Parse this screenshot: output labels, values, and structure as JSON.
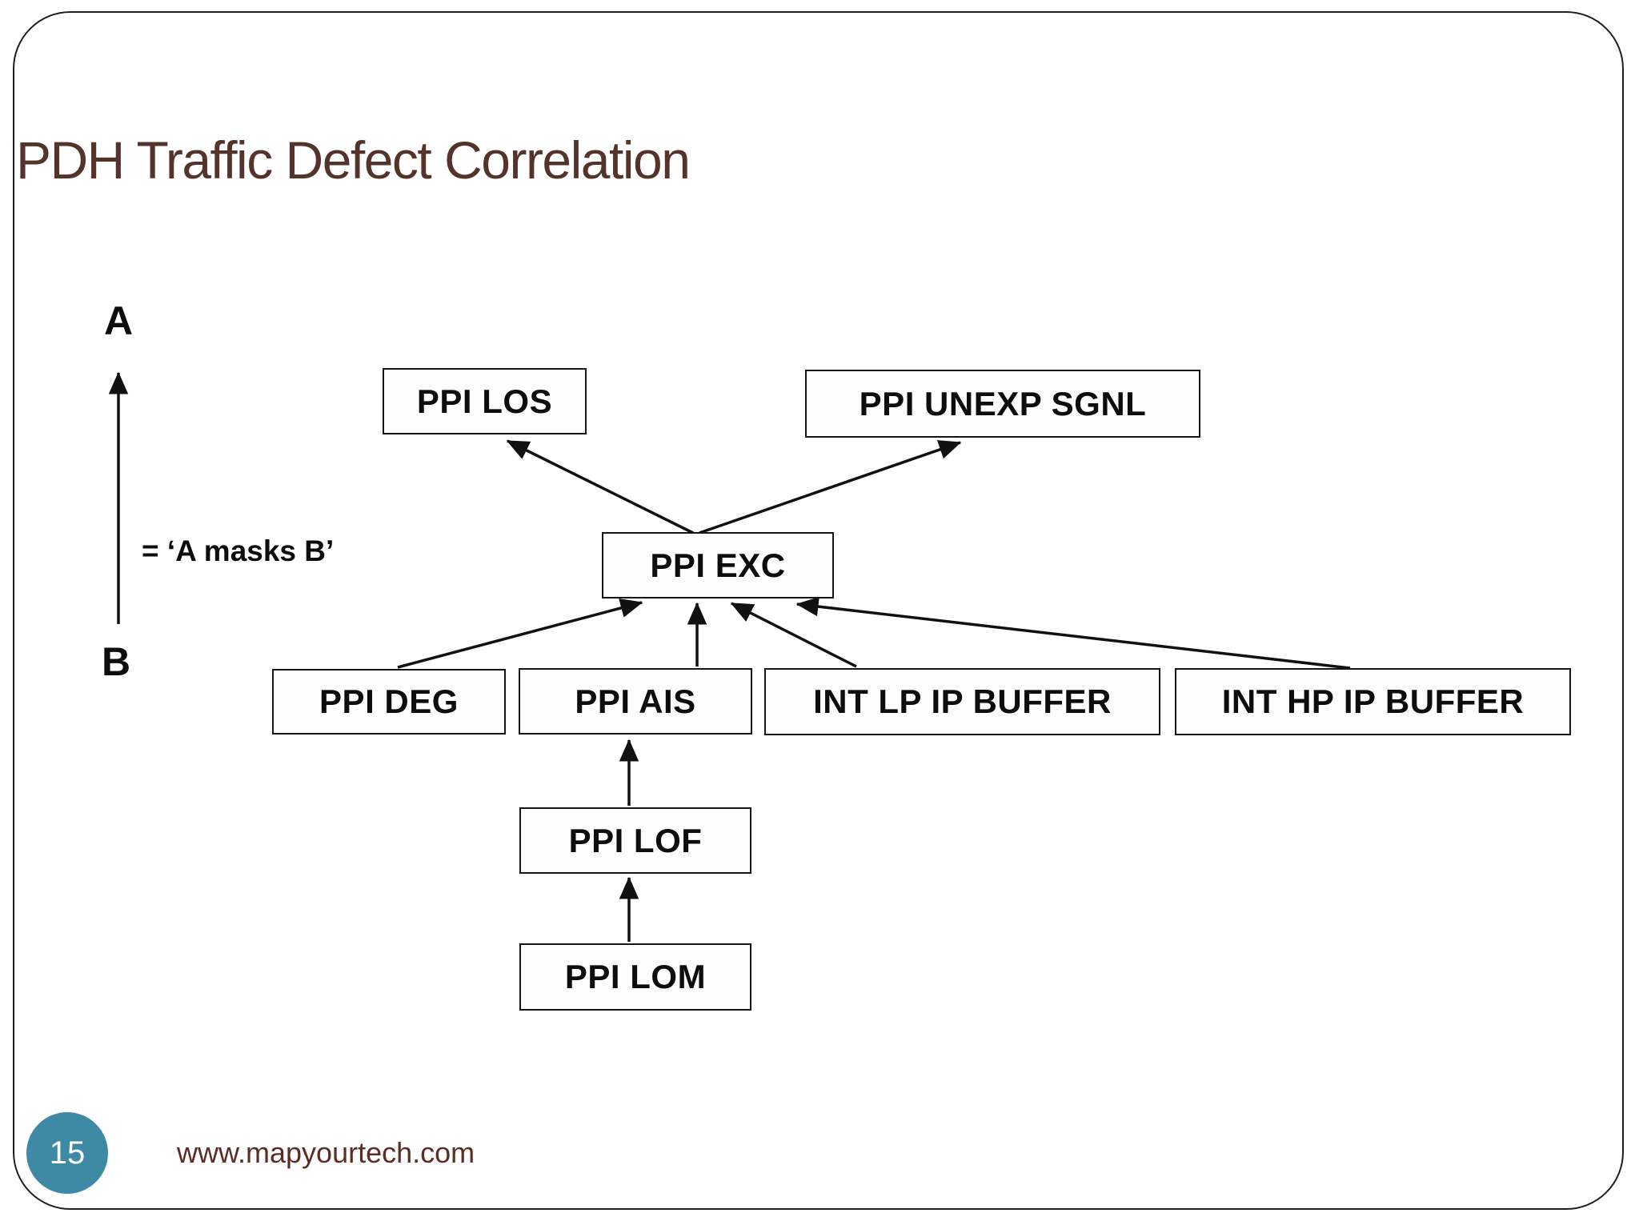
{
  "slide": {
    "title": "PDH Traffic Defect Correlation"
  },
  "legend": {
    "top_label": "A",
    "bottom_label": "B",
    "relation": "= ‘A masks B’"
  },
  "diagram": {
    "nodes": [
      {
        "id": "ppi-los",
        "label": "PPI LOS"
      },
      {
        "id": "ppi-unexp-sgnl",
        "label": "PPI UNEXP SGNL"
      },
      {
        "id": "ppi-exc",
        "label": "PPI EXC"
      },
      {
        "id": "ppi-deg",
        "label": "PPI DEG"
      },
      {
        "id": "ppi-ais",
        "label": "PPI AIS"
      },
      {
        "id": "int-lp-ip-buffer",
        "label": "INT LP IP BUFFER"
      },
      {
        "id": "int-hp-ip-buffer",
        "label": "INT HP IP BUFFER"
      },
      {
        "id": "ppi-lof",
        "label": "PPI LOF"
      },
      {
        "id": "ppi-lom",
        "label": "PPI LOM"
      }
    ],
    "edges_masked_by": [
      {
        "from": "PPI EXC",
        "to": "PPI LOS"
      },
      {
        "from": "PPI EXC",
        "to": "PPI UNEXP SGNL"
      },
      {
        "from": "PPI DEG",
        "to": "PPI EXC"
      },
      {
        "from": "PPI AIS",
        "to": "PPI EXC"
      },
      {
        "from": "INT LP IP BUFFER",
        "to": "PPI EXC"
      },
      {
        "from": "INT HP IP BUFFER",
        "to": "PPI EXC"
      },
      {
        "from": "PPI LOF",
        "to": "PPI AIS"
      },
      {
        "from": "PPI LOM",
        "to": "PPI LOF"
      }
    ]
  },
  "footer": {
    "page_number": "15",
    "website": "www.mapyourtech.com"
  },
  "colors": {
    "title_text": "#54332b",
    "footer_url_text": "#5c2d25",
    "page_badge": "#3e89a4",
    "line": "#111111"
  }
}
